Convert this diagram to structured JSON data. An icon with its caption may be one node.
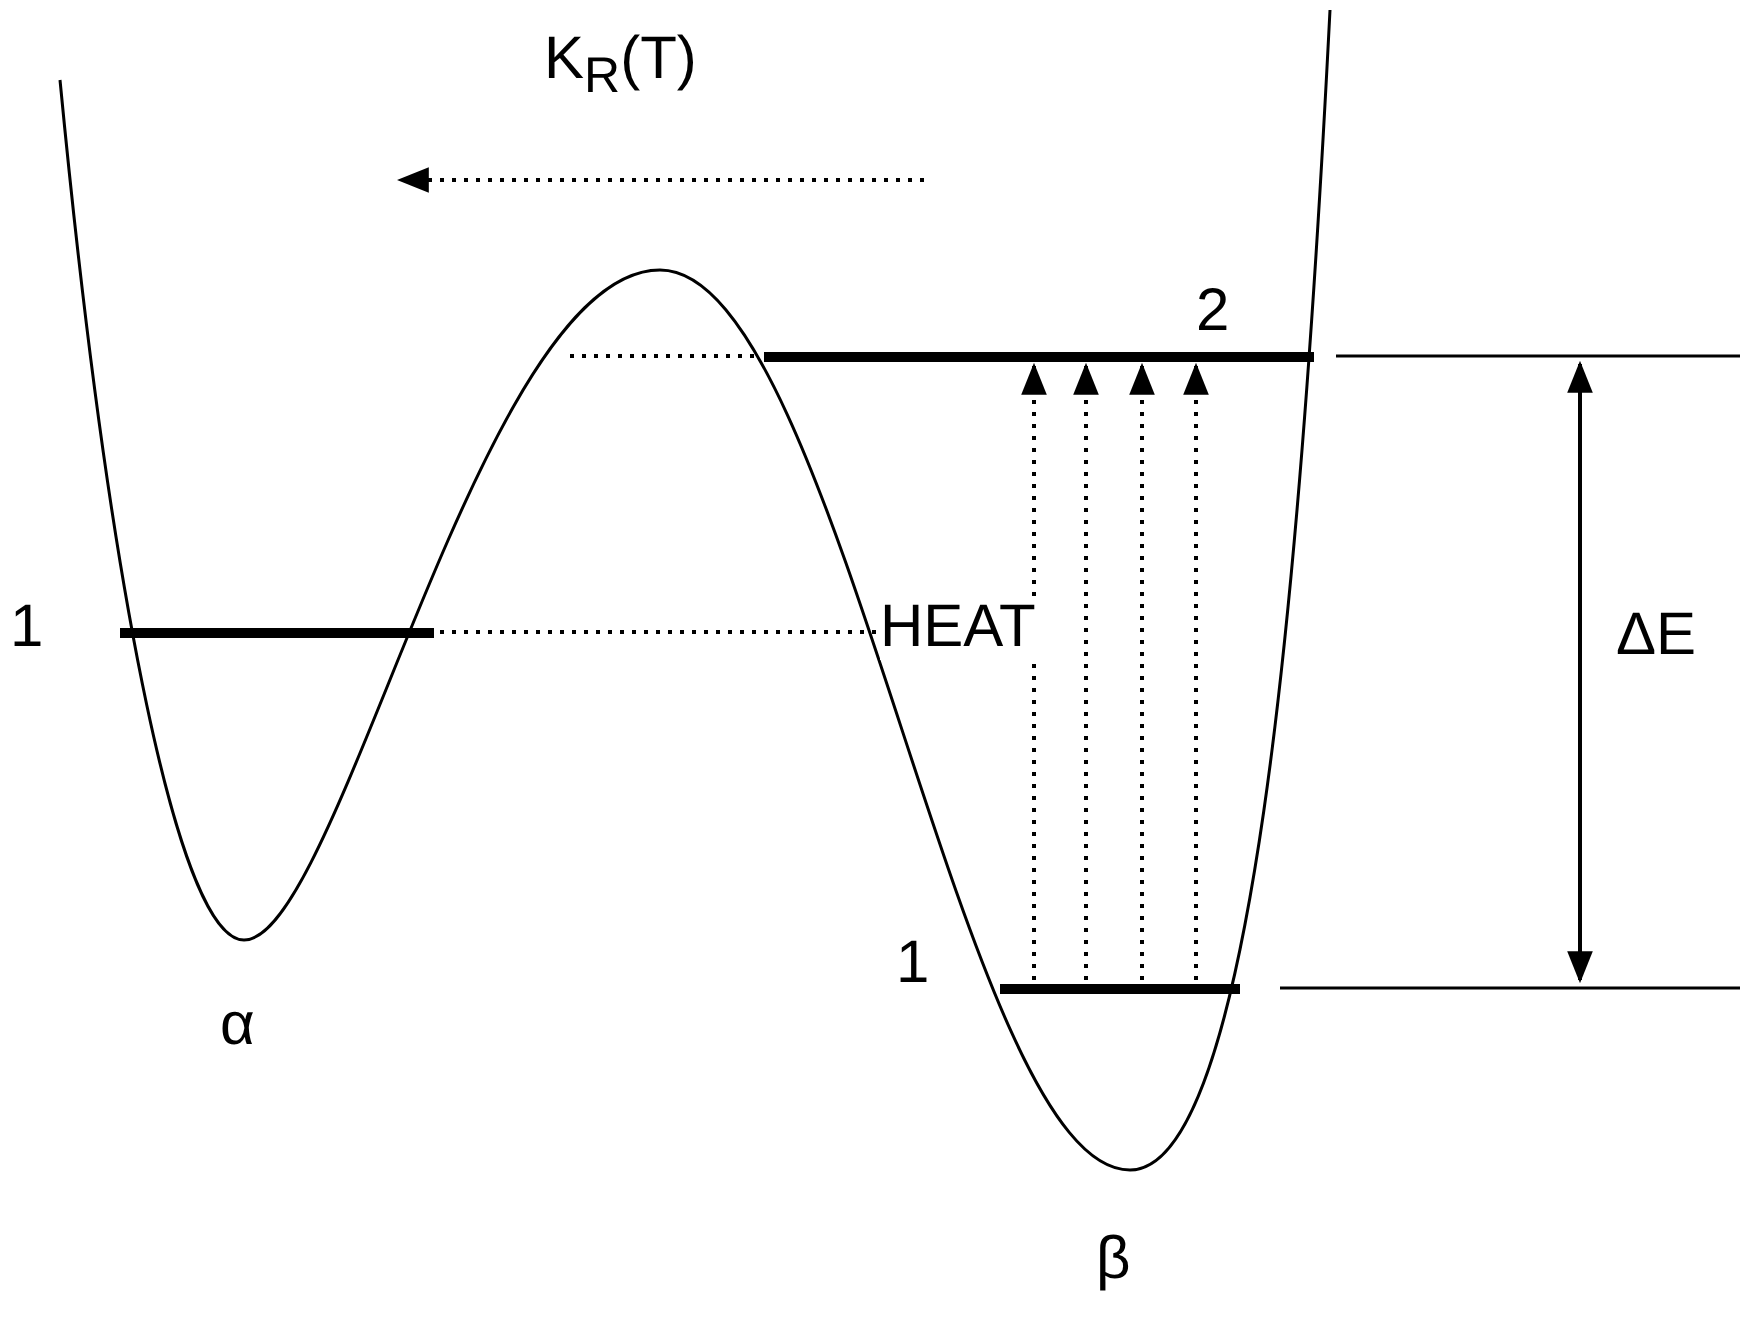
{
  "diagram": {
    "nodes": [
      {
        "text": [],
        "shape": "bar",
        "beside": [
          "1"
        ]
      },
      {
        "text": [],
        "shape": "bar",
        "beside": [
          "2"
        ]
      },
      {
        "text": [],
        "shape": "bar",
        "beside": [
          "1"
        ]
      }
    ],
    "edges": [
      {
        "from": 2,
        "to": 1,
        "arrow": "to",
        "style": "dashed"
      },
      {
        "from": 2,
        "to": 1,
        "arrow": "to",
        "style": "dashed"
      },
      {
        "from": 2,
        "to": 1,
        "arrow": "to",
        "style": "dashed"
      },
      {
        "from": 2,
        "to": 1,
        "arrow": "to",
        "style": "dashed"
      }
    ],
    "labels": [
      "K$_{R}$(T)",
      "HEAT",
      "ΔE",
      "α",
      "β"
    ]
  }
}
